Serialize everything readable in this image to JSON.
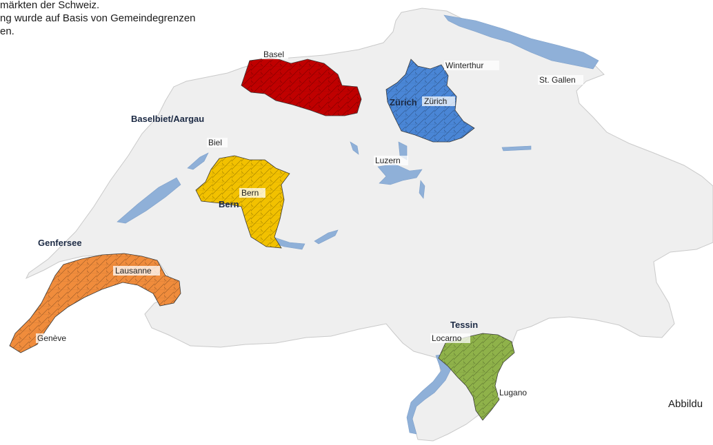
{
  "caption": {
    "line1": "märkten der Schweiz.",
    "line2": "ng wurde auf Basis von Gemeindegrenzen",
    "line3": "en."
  },
  "figure_label": "Abbildu",
  "colors": {
    "country": "#efefef",
    "border": "#c9c9c9",
    "lake": "#8fb0d8",
    "lake_edge": "#7d9fc9",
    "basel": "#c00000",
    "zuerich": "#4a86d6",
    "bern": "#f2c100",
    "genfersee": "#f08c3c",
    "tessin": "#8fb24a"
  },
  "regions": {
    "baselbiet_aargau": "Baselbiet/Aargau",
    "zuerich": "Zürich",
    "bern": "Bern",
    "genfersee": "Genfersee",
    "tessin": "Tessin"
  },
  "cities": {
    "basel": "Basel",
    "winterthur": "Winterthur",
    "st_gallen": "St. Gallen",
    "zuerich": "Zürich",
    "biel": "Biel",
    "luzern": "Luzern",
    "bern": "Bern",
    "lausanne": "Lausanne",
    "geneve": "Genève",
    "locarno": "Locarno",
    "lugano": "Lugano"
  }
}
